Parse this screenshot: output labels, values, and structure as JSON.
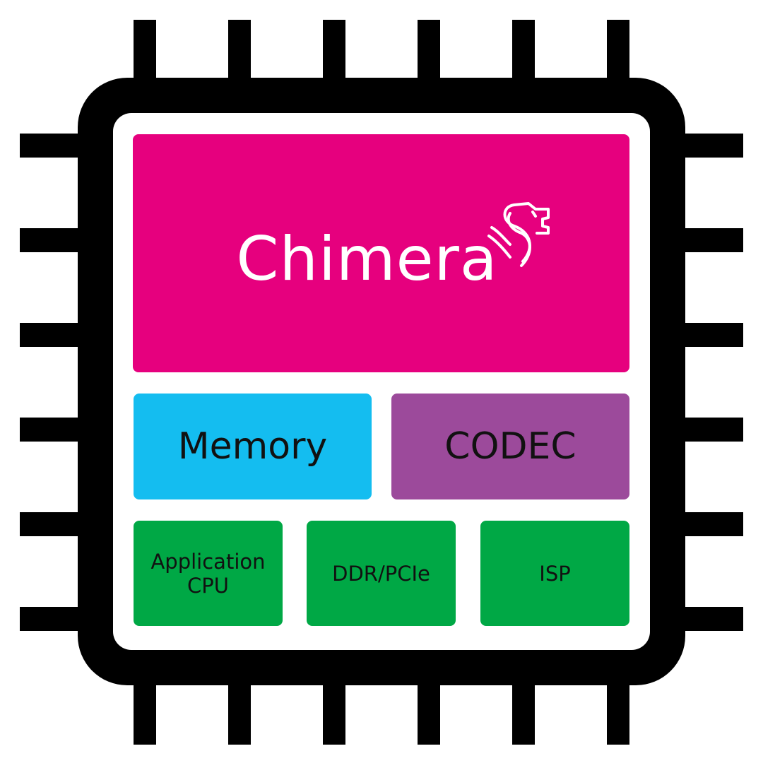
{
  "colors": {
    "chip": "#000000",
    "core": "#E6007E",
    "memory": "#14BDF0",
    "codec": "#9C4A9B",
    "peripheral": "#00A845",
    "text_dark": "#111111",
    "text_light": "#FFFFFF"
  },
  "core": {
    "label": "Chimera",
    "icon": "chimera-serpent-icon"
  },
  "blocks": {
    "memory": {
      "label": "Memory"
    },
    "codec": {
      "label": "CODEC"
    },
    "cpu": {
      "label": "Application\nCPU"
    },
    "ddr": {
      "label": "DDR/PCIe"
    },
    "isp": {
      "label": "ISP"
    }
  }
}
